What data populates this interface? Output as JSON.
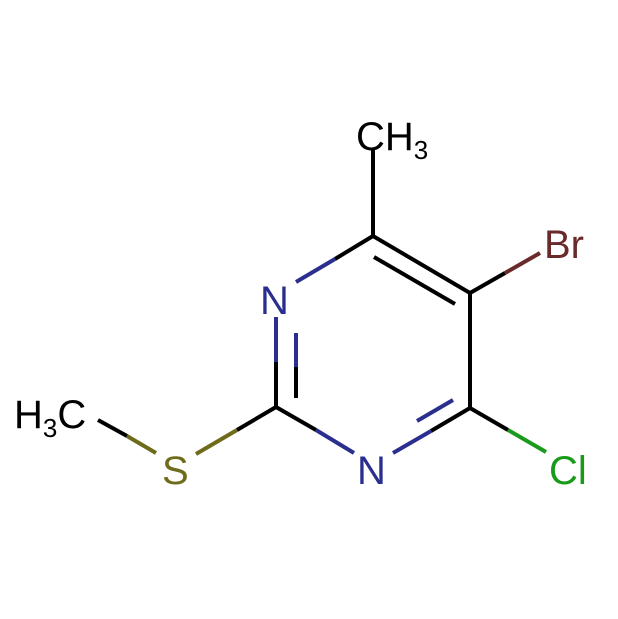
{
  "molecule": {
    "atoms": [
      {
        "id": "methyl-top",
        "text": "CH",
        "subscript": "3",
        "color": "#000000"
      },
      {
        "id": "bromine",
        "text": "Br",
        "color": "#6a2a2a"
      },
      {
        "id": "nitrogen-1",
        "text": "N",
        "color": "#2a2f8f"
      },
      {
        "id": "nitrogen-3",
        "text": "N",
        "color": "#2a2f8f"
      },
      {
        "id": "methyl-left",
        "text": "H",
        "subscript": "3",
        "tail": "C",
        "color": "#000000"
      },
      {
        "id": "sulfur",
        "text": "S",
        "color": "#6e6b1b"
      },
      {
        "id": "chlorine",
        "text": "Cl",
        "color": "#1a9a1a"
      }
    ]
  },
  "colors": {
    "bond": "#000000",
    "nitrogen": "#2a2f8f",
    "sulfur": "#6e6b1b",
    "bromine": "#6a2a2a",
    "chlorine": "#1a9a1a"
  }
}
